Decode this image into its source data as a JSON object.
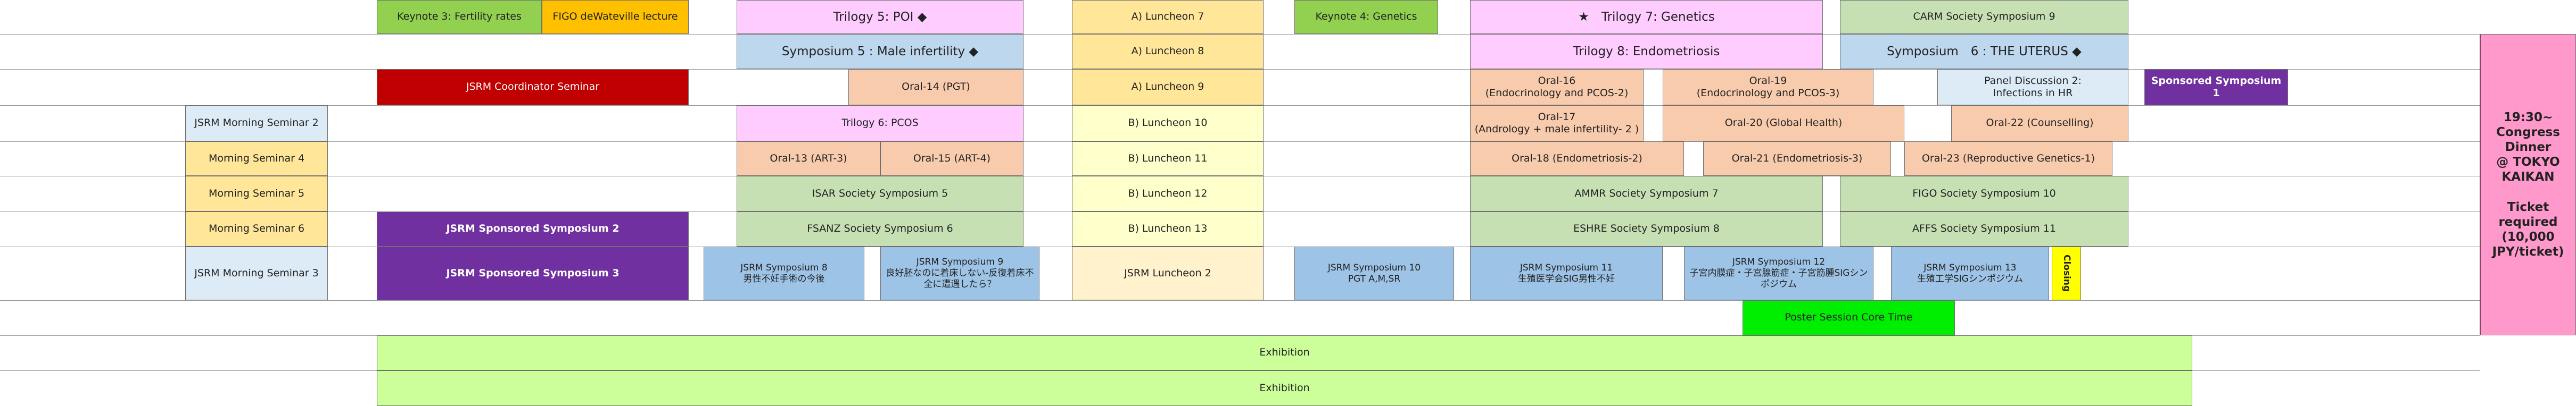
{
  "schedule": {
    "cells": [
      {
        "id": "keynote-3",
        "text": "Keynote 3: Fertility rates",
        "color": "#92d050"
      },
      {
        "id": "figo-lecture",
        "text": "FIGO deWateville lecture",
        "color": "#ffc000"
      },
      {
        "id": "trilogy-5",
        "text": "Trilogy 5: POI ◆",
        "color": "#ffccff"
      },
      {
        "id": "luncheon-a7",
        "text": "A) Luncheon 7",
        "color": "#ffe699"
      },
      {
        "id": "keynote-4",
        "text": "Keynote 4: Genetics",
        "color": "#92d050"
      },
      {
        "id": "trilogy-7",
        "text": "★　Trilogy 7: Genetics",
        "color": "#ffccff"
      },
      {
        "id": "carm-9",
        "text": "CARM Society Symposium 9",
        "color": "#c6e0b4"
      },
      {
        "id": "symposium-5",
        "text": "Symposium 5 : Male infertility ◆",
        "color": "#bdd7ee"
      },
      {
        "id": "luncheon-a8",
        "text": "A) Luncheon 8",
        "color": "#ffe699"
      },
      {
        "id": "trilogy-8",
        "text": "Trilogy 8: Endometriosis",
        "color": "#ffccff"
      },
      {
        "id": "symposium-6",
        "text": "Symposium　6 : THE UTERUS ◆",
        "color": "#bdd7ee"
      },
      {
        "id": "jsrm-coordinator",
        "text": "JSRM Coordinator Seminar",
        "color": "#c00000"
      },
      {
        "id": "oral-14",
        "text": "Oral-14 (PGT)",
        "color": "#f8cbad"
      },
      {
        "id": "luncheon-a9",
        "text": "A) Luncheon 9",
        "color": "#ffe699"
      },
      {
        "id": "oral-16",
        "text": "Oral-16\n(Endocrinology and PCOS-2)",
        "color": "#f8cbad"
      },
      {
        "id": "oral-19",
        "text": "Oral-19\n(Endocrinology and PCOS-3)",
        "color": "#f8cbad"
      },
      {
        "id": "panel-2",
        "text": "Panel Discussion 2:\nInfections in HR",
        "color": "#ddebf7"
      },
      {
        "id": "sponsored-1",
        "text": "Sponsored Symposium 1",
        "color": "#7030a0"
      },
      {
        "id": "morning-2",
        "text": "JSRM Morning Seminar 2",
        "color": "#ddebf7"
      },
      {
        "id": "trilogy-6",
        "text": "Trilogy 6: PCOS",
        "color": "#ffccff"
      },
      {
        "id": "luncheon-b10",
        "text": "B) Luncheon 10",
        "color": "#ffffcc"
      },
      {
        "id": "oral-17",
        "text": "Oral-17\n(Andrology + male infertility- 2 )",
        "color": "#f8cbad"
      },
      {
        "id": "oral-20",
        "text": "Oral-20 (Global Health)",
        "color": "#f8cbad"
      },
      {
        "id": "oral-22",
        "text": "Oral-22 (Counselling)",
        "color": "#f8cbad"
      },
      {
        "id": "morning-4",
        "text": "Morning Seminar 4",
        "color": "#ffe699"
      },
      {
        "id": "oral-13",
        "text": "Oral-13 (ART-3)",
        "color": "#f8cbad"
      },
      {
        "id": "oral-15",
        "text": "Oral-15 (ART-4)",
        "color": "#f8cbad"
      },
      {
        "id": "luncheon-b11",
        "text": "B) Luncheon 11",
        "color": "#ffffcc"
      },
      {
        "id": "oral-18",
        "text": "Oral-18 (Endometriosis-2)",
        "color": "#f8cbad"
      },
      {
        "id": "oral-21",
        "text": "Oral-21 (Endometriosis-3)",
        "color": "#f8cbad"
      },
      {
        "id": "oral-23",
        "text": "Oral-23 (Reproductive Genetics-1)",
        "color": "#f8cbad"
      },
      {
        "id": "morning-5",
        "text": "Morning Seminar 5",
        "color": "#ffe699"
      },
      {
        "id": "isar-5",
        "text": "ISAR  Society Symposium 5",
        "color": "#c6e0b4"
      },
      {
        "id": "luncheon-b12",
        "text": "B) Luncheon 12",
        "color": "#ffffcc"
      },
      {
        "id": "ammr-7",
        "text": "AMMR Society Symposium 7",
        "color": "#c6e0b4"
      },
      {
        "id": "figo-10",
        "text": "FIGO Society Symposium 10",
        "color": "#c6e0b4"
      },
      {
        "id": "morning-6",
        "text": "Morning Seminar 6",
        "color": "#ffe699"
      },
      {
        "id": "jsrm-sponsored-2",
        "text": "JSRM Sponsored Symposium 2",
        "color": "#7030a0"
      },
      {
        "id": "fsanz-6",
        "text": "FSANZ Society Symposium 6",
        "color": "#c6e0b4"
      },
      {
        "id": "luncheon-b13",
        "text": "B) Luncheon 13",
        "color": "#ffffcc"
      },
      {
        "id": "eshre-8",
        "text": "ESHRE Society Symposium 8",
        "color": "#c6e0b4"
      },
      {
        "id": "affs-11",
        "text": "AFFS Society Symposium 11",
        "color": "#c6e0b4"
      },
      {
        "id": "morning-3",
        "text": "JSRM Morning Seminar 3",
        "color": "#ddebf7"
      },
      {
        "id": "jsrm-sponsored-3",
        "text": "JSRM Sponsored Symposium 3",
        "color": "#7030a0"
      },
      {
        "id": "jsrm-symp-8",
        "text": "JSRM Symposium 8\n男性不妊手術の今後",
        "color": "#9dc3e6"
      },
      {
        "id": "jsrm-symp-9",
        "text": "JSRM Symposium 9\n良好胚なのに着床しない-反復着床不\n全に遭遇したら？",
        "color": "#9dc3e6"
      },
      {
        "id": "jsrm-luncheon-2",
        "text": "JSRM Luncheon 2",
        "color": "#fff2cc"
      },
      {
        "id": "jsrm-symp-10",
        "text": "JSRM Symposium 10\nPGT A,M,SR",
        "color": "#9dc3e6"
      },
      {
        "id": "jsrm-symp-11",
        "text": "JSRM Symposium 11\n生殖医学会SIG男性不妊",
        "color": "#9dc3e6"
      },
      {
        "id": "jsrm-symp-12",
        "text": "JSRM Symposium 12\n子宮内膜症・子宮腺筋症・子宮筋腫SIGシン\nポジウム",
        "color": "#9dc3e6"
      },
      {
        "id": "jsrm-symp-13",
        "text": "JSRM Symposium 13\n生殖工学SIGシンポジウム",
        "color": "#9dc3e6"
      },
      {
        "id": "closing",
        "text": "Closing",
        "color": "#ffff00"
      },
      {
        "id": "poster-session",
        "text": "Poster Session Core Time",
        "color": "#00ee00"
      },
      {
        "id": "exhibition-1",
        "text": "Exhibition",
        "color": "#ccff99"
      },
      {
        "id": "exhibition-2",
        "text": "Exhibition",
        "color": "#ccff99"
      },
      {
        "id": "congress-dinner",
        "text": "19:30~\nCongress Dinner\n@ TOKYO\nKAIKAN\n\nTicket required\n(10,000\nJPY/ticket)",
        "color": "#ff99cc"
      }
    ]
  }
}
